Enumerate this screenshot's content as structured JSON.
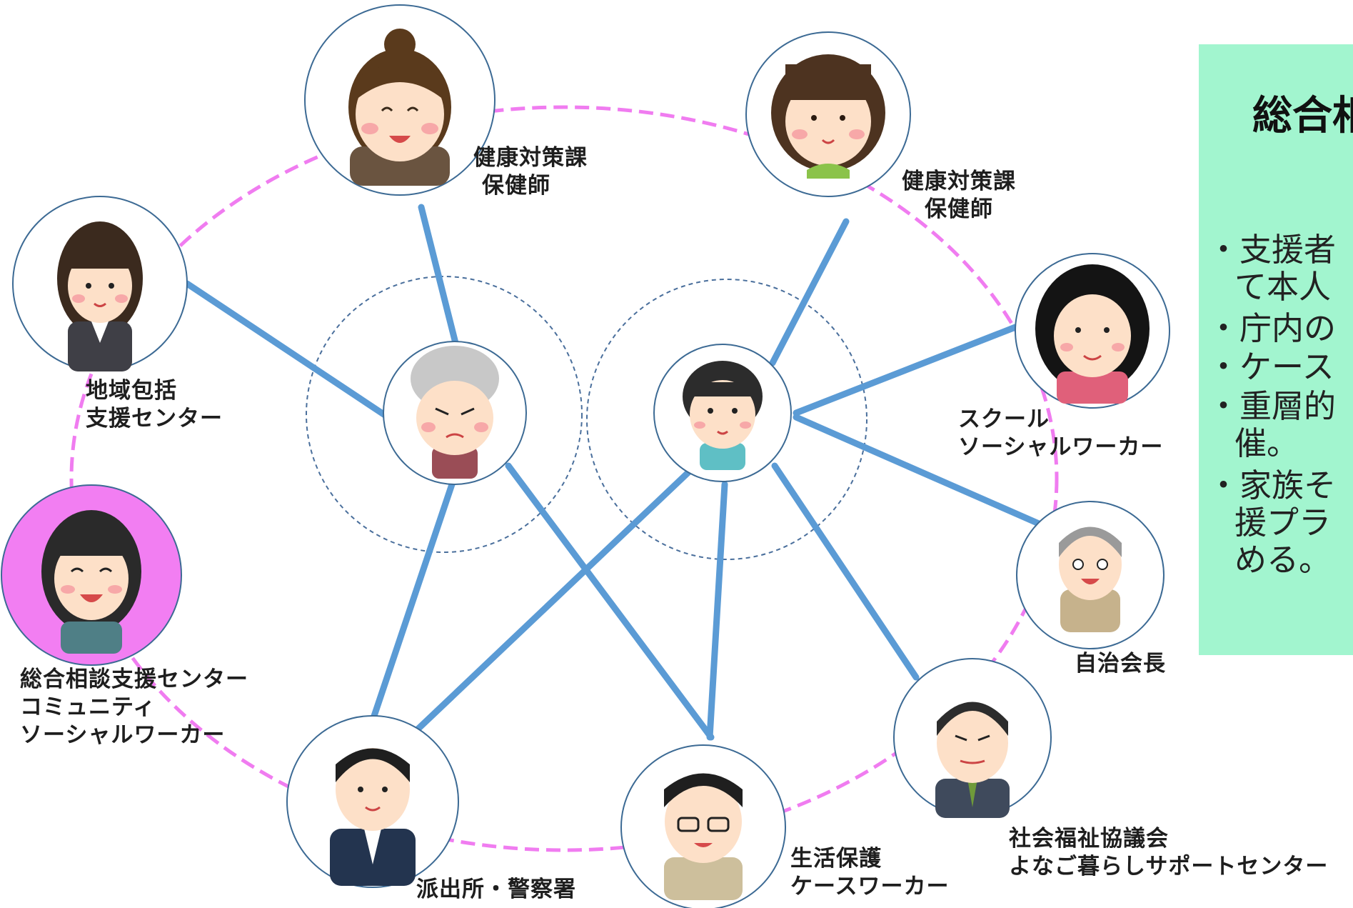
{
  "nodes": [
    {
      "id": "health-1",
      "label": [
        "健康対策課",
        "保健師"
      ],
      "icon": "woman-bun-icon"
    },
    {
      "id": "health-2",
      "label": [
        "健康対策課",
        "保健師"
      ],
      "icon": "woman-bob-icon"
    },
    {
      "id": "community-center",
      "label": [
        "地域包括",
        "支援センター"
      ],
      "icon": "woman-suit-icon"
    },
    {
      "id": "school-sw",
      "label": [
        "スクール",
        "ソーシャルワーカー"
      ],
      "icon": "older-woman-icon"
    },
    {
      "id": "general-center",
      "label": [
        "総合相談支援センター",
        "コミュニティ",
        "ソーシャルワーカー"
      ],
      "icon": "smiling-woman-icon"
    },
    {
      "id": "chief",
      "label": [
        "自治会長"
      ],
      "icon": "elderly-man-icon"
    },
    {
      "id": "police",
      "label": [
        "派出所・警察署"
      ],
      "icon": "man-suit-icon"
    },
    {
      "id": "welfare",
      "label": [
        "生活保護",
        "ケースワーカー"
      ],
      "icon": "man-glasses-icon"
    },
    {
      "id": "council",
      "label": [
        "社会福祉協議会",
        "よなご暮らしサポートセンター"
      ],
      "icon": "determined-man-icon"
    },
    {
      "id": "grandmother",
      "label": [],
      "icon": "grandmother-icon"
    },
    {
      "id": "child",
      "label": [],
      "icon": "child-icon"
    }
  ],
  "side_panel": {
    "title": "総合相",
    "bullets": [
      [
        "・支援者",
        "て本人"
      ],
      [
        "・庁内の"
      ],
      [
        "・ケース"
      ],
      [
        "・重層的",
        "催。"
      ],
      [
        "・家族そ",
        "援プラ",
        "める。"
      ]
    ]
  },
  "colors": {
    "connector": "#5b9bd5",
    "outer_ring": "#f07cf0",
    "circle_border": "#3c6a94",
    "highlight_fill": "#f27ef2",
    "panel_bg": "#a2f5cf"
  }
}
